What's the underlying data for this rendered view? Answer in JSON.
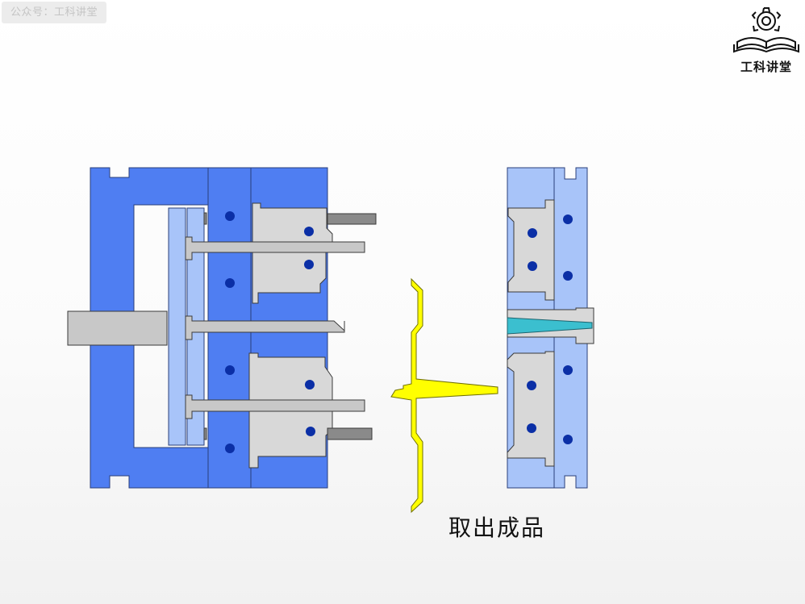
{
  "watermark": {
    "text": "公众号：工科讲堂"
  },
  "logo": {
    "icon": "gear-book-logo-icon",
    "text": "工科讲堂"
  },
  "caption": {
    "text": "取出成品"
  },
  "colors": {
    "mold_plate_blue": "#4f7ef2",
    "mold_plate_light": "#a8c4f9",
    "insert_gray": "#d8d8d8",
    "rod_gray": "#c8c8c8",
    "pin_dark_gray": "#8a8a8a",
    "water_channel": "#0b2fa6",
    "product_yellow": "#ffff00",
    "sprue_cyan": "#3bbfcf"
  }
}
